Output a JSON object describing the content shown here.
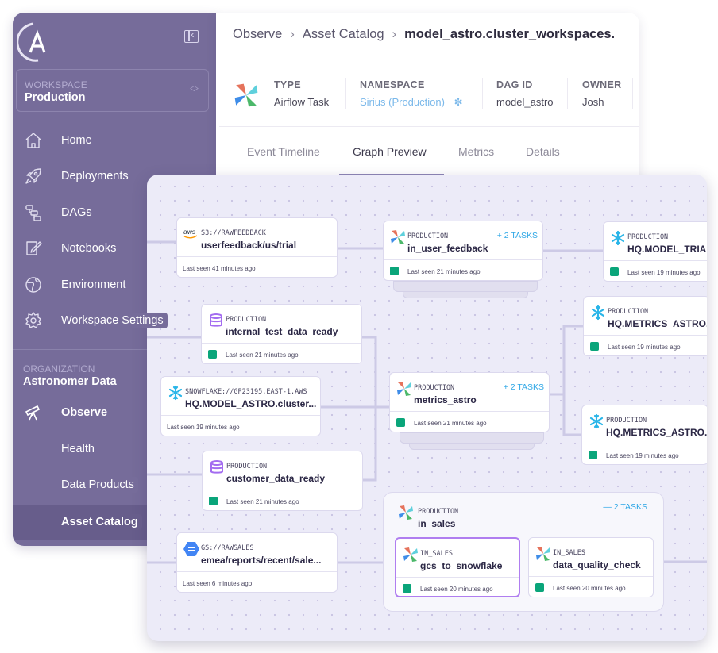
{
  "sidebar": {
    "workspace_label": "WORKSPACE",
    "workspace_value": "Production",
    "items": [
      {
        "label": "Home",
        "icon": "home-icon"
      },
      {
        "label": "Deployments",
        "icon": "rocket-icon"
      },
      {
        "label": "DAGs",
        "icon": "dag-icon"
      },
      {
        "label": "Notebooks",
        "icon": "notebook-icon"
      },
      {
        "label": "Environment",
        "icon": "globe-icon"
      },
      {
        "label": "Workspace Settings",
        "icon": "gear-icon"
      }
    ],
    "org_label": "ORGANIZATION",
    "org_value": "Astronomer Data",
    "org_items": [
      {
        "label": "Observe",
        "icon": "telescope-icon"
      },
      {
        "label": "Health"
      },
      {
        "label": "Data Products"
      },
      {
        "label": "Asset Catalog"
      }
    ]
  },
  "breadcrumb": [
    "Observe",
    "Asset Catalog",
    "model_astro.cluster_workspaces."
  ],
  "meta": {
    "type_k": "TYPE",
    "type_v": "Airflow Task",
    "ns_k": "NAMESPACE",
    "ns_v": "Sirius (Production)",
    "dag_k": "DAG ID",
    "dag_v": "model_astro",
    "owner_k": "OWNER",
    "owner_v": "Josh"
  },
  "tabs": [
    "Event Timeline",
    "Graph Preview",
    "Metrics",
    "Details"
  ],
  "active_tab": "Graph Preview",
  "colors": {
    "sidebar": "#766c9a",
    "status_ok": "#0aa57a",
    "tasks": "#2ea7e6",
    "selected": "#b07ef0"
  },
  "nodes": [
    {
      "icon": "aws-icon",
      "ns": "S3://RAWFEEDBACK",
      "name": "userfeedback/us/trial",
      "seen": "Last seen 41 minutes ago",
      "status": false
    },
    {
      "icon": "airflow-icon",
      "ns": "PRODUCTION",
      "name": "in_user_feedback",
      "seen": "Last seen 21 minutes ago",
      "status": true,
      "tasks": "+ 2 TASKS"
    },
    {
      "icon": "snowflake-icon",
      "ns": "PRODUCTION",
      "name": "HQ.MODEL_TRIAL",
      "seen": "Last seen 19 minutes ago",
      "status": true
    },
    {
      "icon": "database-icon",
      "ns": "PRODUCTION",
      "name": "internal_test_data_ready",
      "seen": "Last seen 21 minutes ago",
      "status": true
    },
    {
      "icon": "snowflake-icon",
      "ns": "PRODUCTION",
      "name": "HQ.METRICS_ASTRO.",
      "seen": "Last seen 19 minutes ago",
      "status": true
    },
    {
      "icon": "snowflake-icon",
      "ns": "SNOWFLAKE://GP23195.EAST-1.AWS",
      "name": "HQ.MODEL_ASTRO.cluster...",
      "seen": "Last seen 19 minutes ago",
      "status": false
    },
    {
      "icon": "airflow-icon",
      "ns": "PRODUCTION",
      "name": "metrics_astro",
      "seen": "Last seen 21 minutes ago",
      "status": true,
      "tasks": "+ 2 TASKS"
    },
    {
      "icon": "snowflake-icon",
      "ns": "PRODUCTION",
      "name": "HQ.METRICS_ASTRO.",
      "seen": "Last seen 19 minutes ago",
      "status": true
    },
    {
      "icon": "database-icon",
      "ns": "PRODUCTION",
      "name": "customer_data_ready",
      "seen": "Last seen 21 minutes ago",
      "status": true
    },
    {
      "icon": "gcs-icon",
      "ns": "GS://RAWSALES",
      "name": "emea/reports/recent/sale...",
      "seen": "Last seen 6 minutes ago",
      "status": false
    },
    {
      "icon": "airflow-icon",
      "ns": "IN_SALES",
      "name": "gcs_to_snowflake",
      "seen": "Last seen 20 minutes ago",
      "status": true,
      "selected": true
    },
    {
      "icon": "airflow-icon",
      "ns": "IN_SALES",
      "name": "data_quality_check",
      "seen": "Last seen 20 minutes ago",
      "status": true
    }
  ],
  "group": {
    "ns": "PRODUCTION",
    "name": "in_sales",
    "tasks": "— 2 TASKS"
  }
}
